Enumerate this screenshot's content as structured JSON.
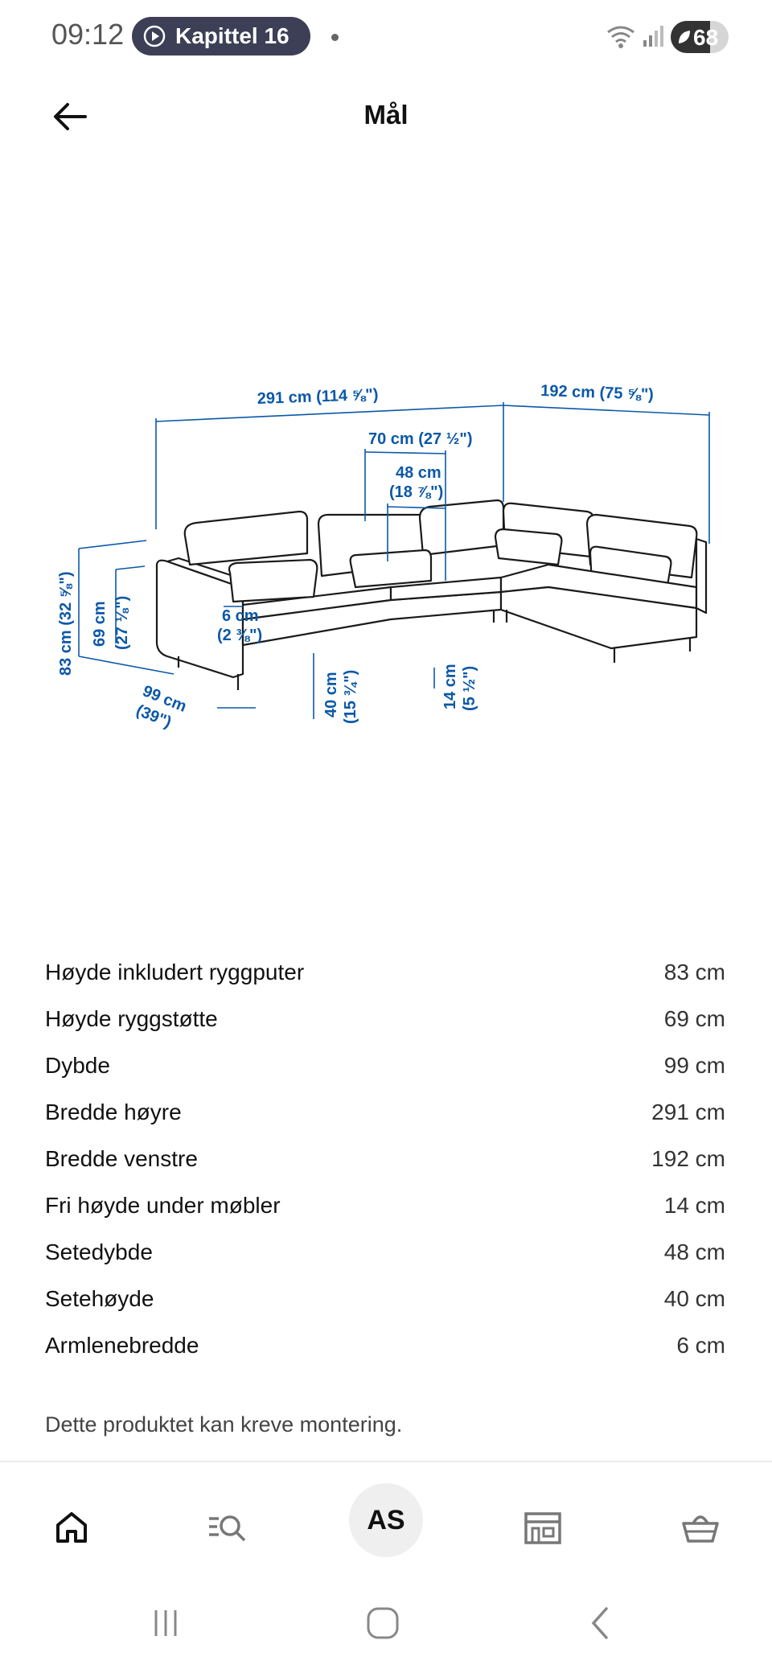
{
  "status_bar": {
    "time": "09:12",
    "media_pill": "Kapittel 16",
    "battery_percent": "68",
    "battery_level": 0.68
  },
  "header": {
    "title": "Mål",
    "back_icon": "arrow-left-icon"
  },
  "diagram": {
    "labels": {
      "width_right": "291 cm (114 ⅝\")",
      "width_left": "192 cm (75 ⅝\")",
      "seat_width": "70 cm (27 ½\")",
      "seat_depth_cm": "48 cm",
      "seat_depth_in": "(18 ⅞\")",
      "armrest_cm": "6 cm",
      "armrest_in": "(2 ⅜\")",
      "height_total": "83 cm (32 ⅝\")",
      "height_back_cm": "69 cm",
      "height_back_in": "(27 ⅛\")",
      "depth_cm": "99 cm",
      "depth_in": "(39\")",
      "seat_height_cm": "40 cm",
      "seat_height_in": "(15 ¾\")",
      "clearance_cm": "14 cm",
      "clearance_in": "(5 ½\")"
    },
    "accent_color": "#0b58a8"
  },
  "specs": [
    {
      "label": "Høyde inkludert ryggputer",
      "value": "83 cm"
    },
    {
      "label": "Høyde ryggstøtte",
      "value": "69 cm"
    },
    {
      "label": "Dybde",
      "value": "99 cm"
    },
    {
      "label": "Bredde høyre",
      "value": "291 cm"
    },
    {
      "label": "Bredde venstre",
      "value": "192 cm"
    },
    {
      "label": "Fri høyde under møbler",
      "value": "14 cm"
    },
    {
      "label": "Setedybde",
      "value": "48 cm"
    },
    {
      "label": "Setehøyde",
      "value": "40 cm"
    },
    {
      "label": "Armlenebredde",
      "value": "6 cm"
    }
  ],
  "assembly_note": "Dette produktet kan kreve montering.",
  "bottom_nav": {
    "items": [
      "home-icon",
      "search-list-icon",
      "profile",
      "store-icon",
      "basket-icon"
    ],
    "profile_initials": "AS"
  }
}
